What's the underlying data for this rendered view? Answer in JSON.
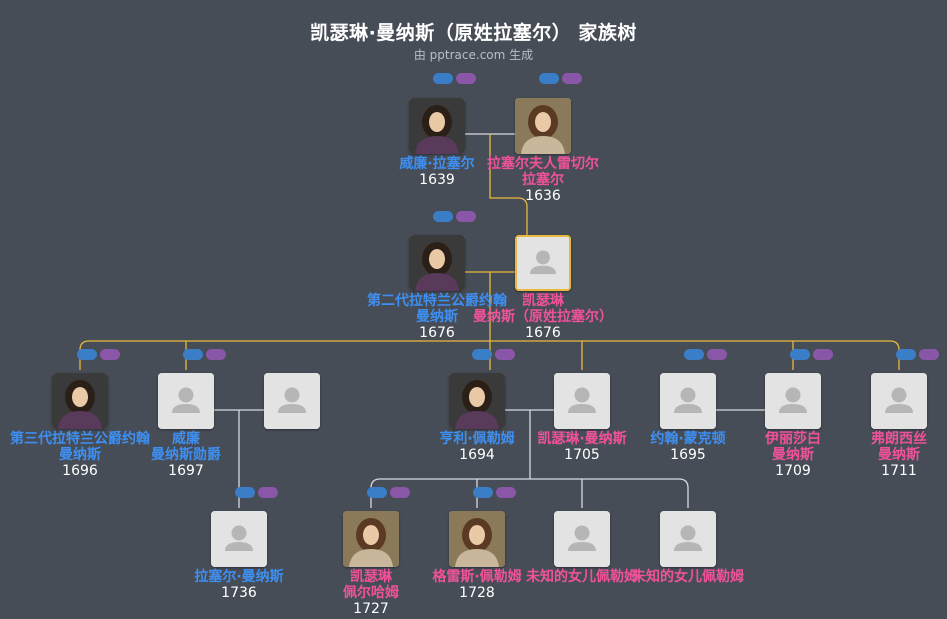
{
  "title": "凯瑟琳·曼纳斯（原姓拉塞尔） 家族树",
  "subtitle": "由 pptrace.com 生成",
  "colors": {
    "background": "#474d57",
    "male": "#3d8ff2",
    "female": "#f0529a",
    "highlight_line": "#e7b93c",
    "line": "#d7dade"
  },
  "people": [
    {
      "id": "william_russell",
      "name": "威廉·拉塞尔",
      "year": "1639",
      "gender": "male",
      "avatar": "portrait"
    },
    {
      "id": "lady_rachel",
      "name": "拉塞尔夫人雷切尔\n拉塞尔",
      "year": "1636",
      "gender": "female",
      "avatar": "portrait"
    },
    {
      "id": "john_2nd_rutland",
      "name": "第二代拉特兰公爵约翰\n曼纳斯",
      "year": "1676",
      "gender": "male",
      "avatar": "portrait"
    },
    {
      "id": "catherine_russell",
      "name": "凯瑟琳\n曼纳斯（原姓拉塞尔）",
      "year": "1676",
      "gender": "female",
      "avatar": "placeholder"
    },
    {
      "id": "john_3rd_rutland",
      "name": "第三代拉特兰公爵约翰\n曼纳斯",
      "year": "1696",
      "gender": "male",
      "avatar": "portrait"
    },
    {
      "id": "william_manners",
      "name": "威廉\n曼纳斯勋爵",
      "year": "1697",
      "gender": "male",
      "avatar": "placeholder"
    },
    {
      "id": "spouse_william",
      "name": "",
      "year": "",
      "gender": "female",
      "avatar": "placeholder"
    },
    {
      "id": "henry_pelham",
      "name": "亨利·佩勒姆",
      "year": "1694",
      "gender": "male",
      "avatar": "portrait"
    },
    {
      "id": "catherine_manners",
      "name": "凯瑟琳·曼纳斯",
      "year": "1705",
      "gender": "female",
      "avatar": "placeholder"
    },
    {
      "id": "john_monckton",
      "name": "约翰·蒙克顿",
      "year": "1695",
      "gender": "male",
      "avatar": "placeholder"
    },
    {
      "id": "elizabeth_manners",
      "name": "伊丽莎白\n曼纳斯",
      "year": "1709",
      "gender": "female",
      "avatar": "placeholder"
    },
    {
      "id": "frances_manners",
      "name": "弗朗西丝\n曼纳斯",
      "year": "1711",
      "gender": "female",
      "avatar": "placeholder"
    },
    {
      "id": "russell_manners",
      "name": "拉塞尔·曼纳斯",
      "year": "1736",
      "gender": "male",
      "avatar": "placeholder"
    },
    {
      "id": "catherine_pelham",
      "name": "凯瑟琳\n佩尔哈姆",
      "year": "1727",
      "gender": "female",
      "avatar": "portrait"
    },
    {
      "id": "grace_pelham",
      "name": "格雷斯·佩勒姆",
      "year": "1728",
      "gender": "female",
      "avatar": "portrait"
    },
    {
      "id": "unknown_daughter_1",
      "name": "未知的女儿佩勒姆",
      "year": "",
      "gender": "female",
      "avatar": "placeholder"
    },
    {
      "id": "unknown_daughter_2",
      "name": "未知的女儿佩勒姆",
      "year": "",
      "gender": "female",
      "avatar": "placeholder"
    }
  ]
}
